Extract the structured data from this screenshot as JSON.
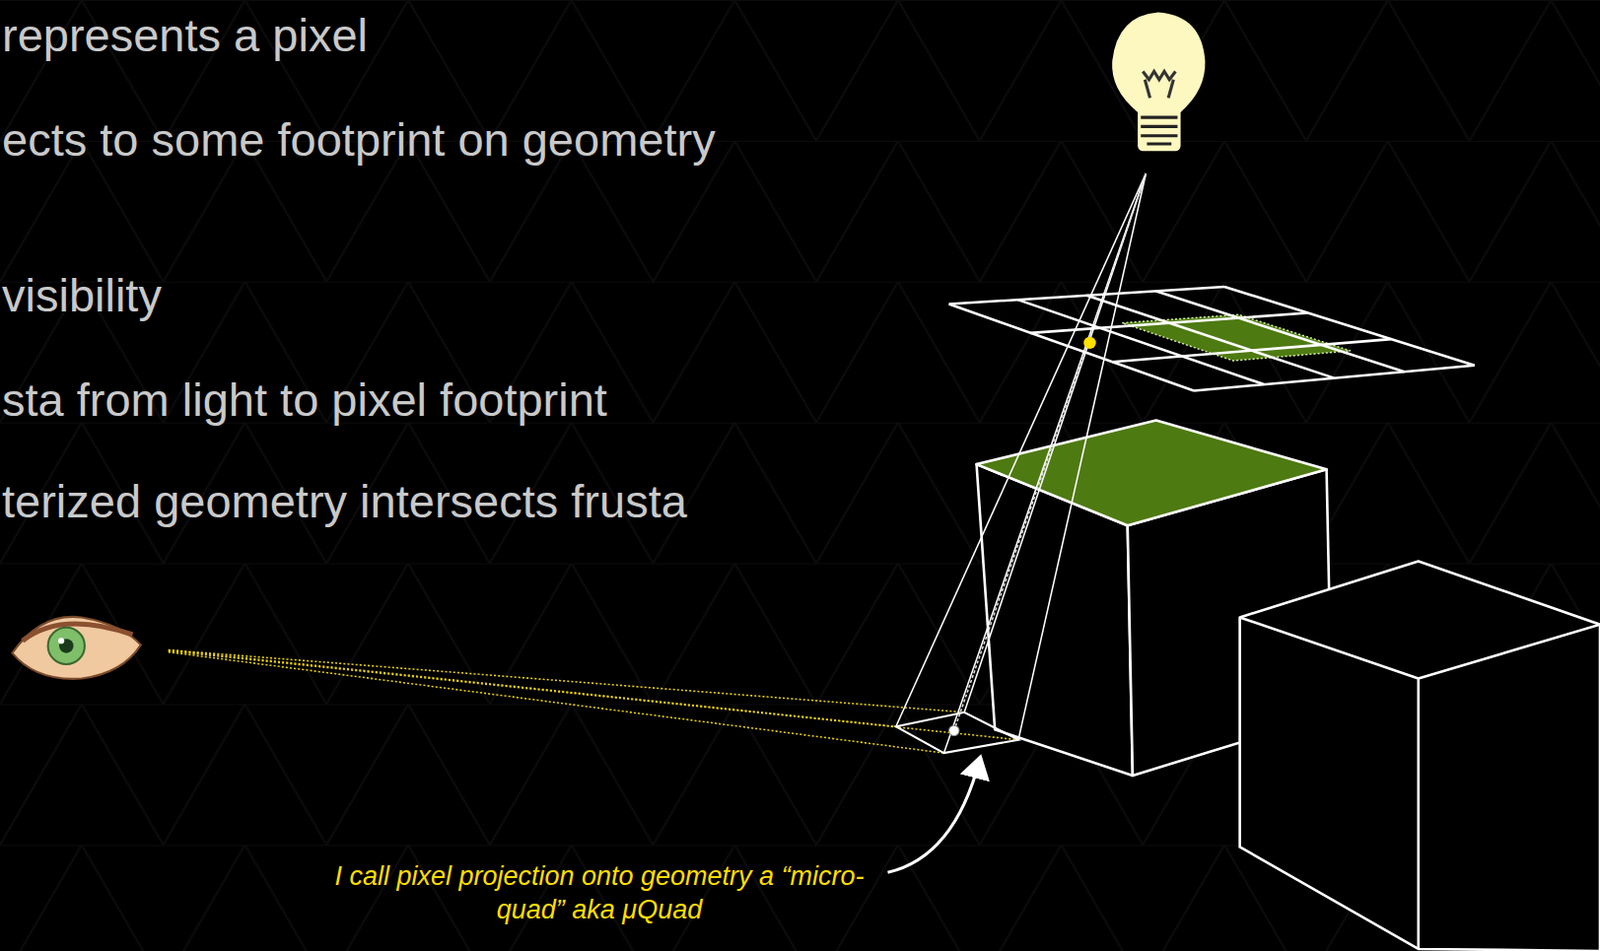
{
  "diagram": {
    "labels": [
      "represents a pixel",
      "ects to some footprint on geometry",
      "visibility",
      "sta from light to pixel footprint",
      "terized geometry intersects frusta",
      "I call pixel projection onto geometry a “micro-quad” aka μQuad"
    ]
  }
}
